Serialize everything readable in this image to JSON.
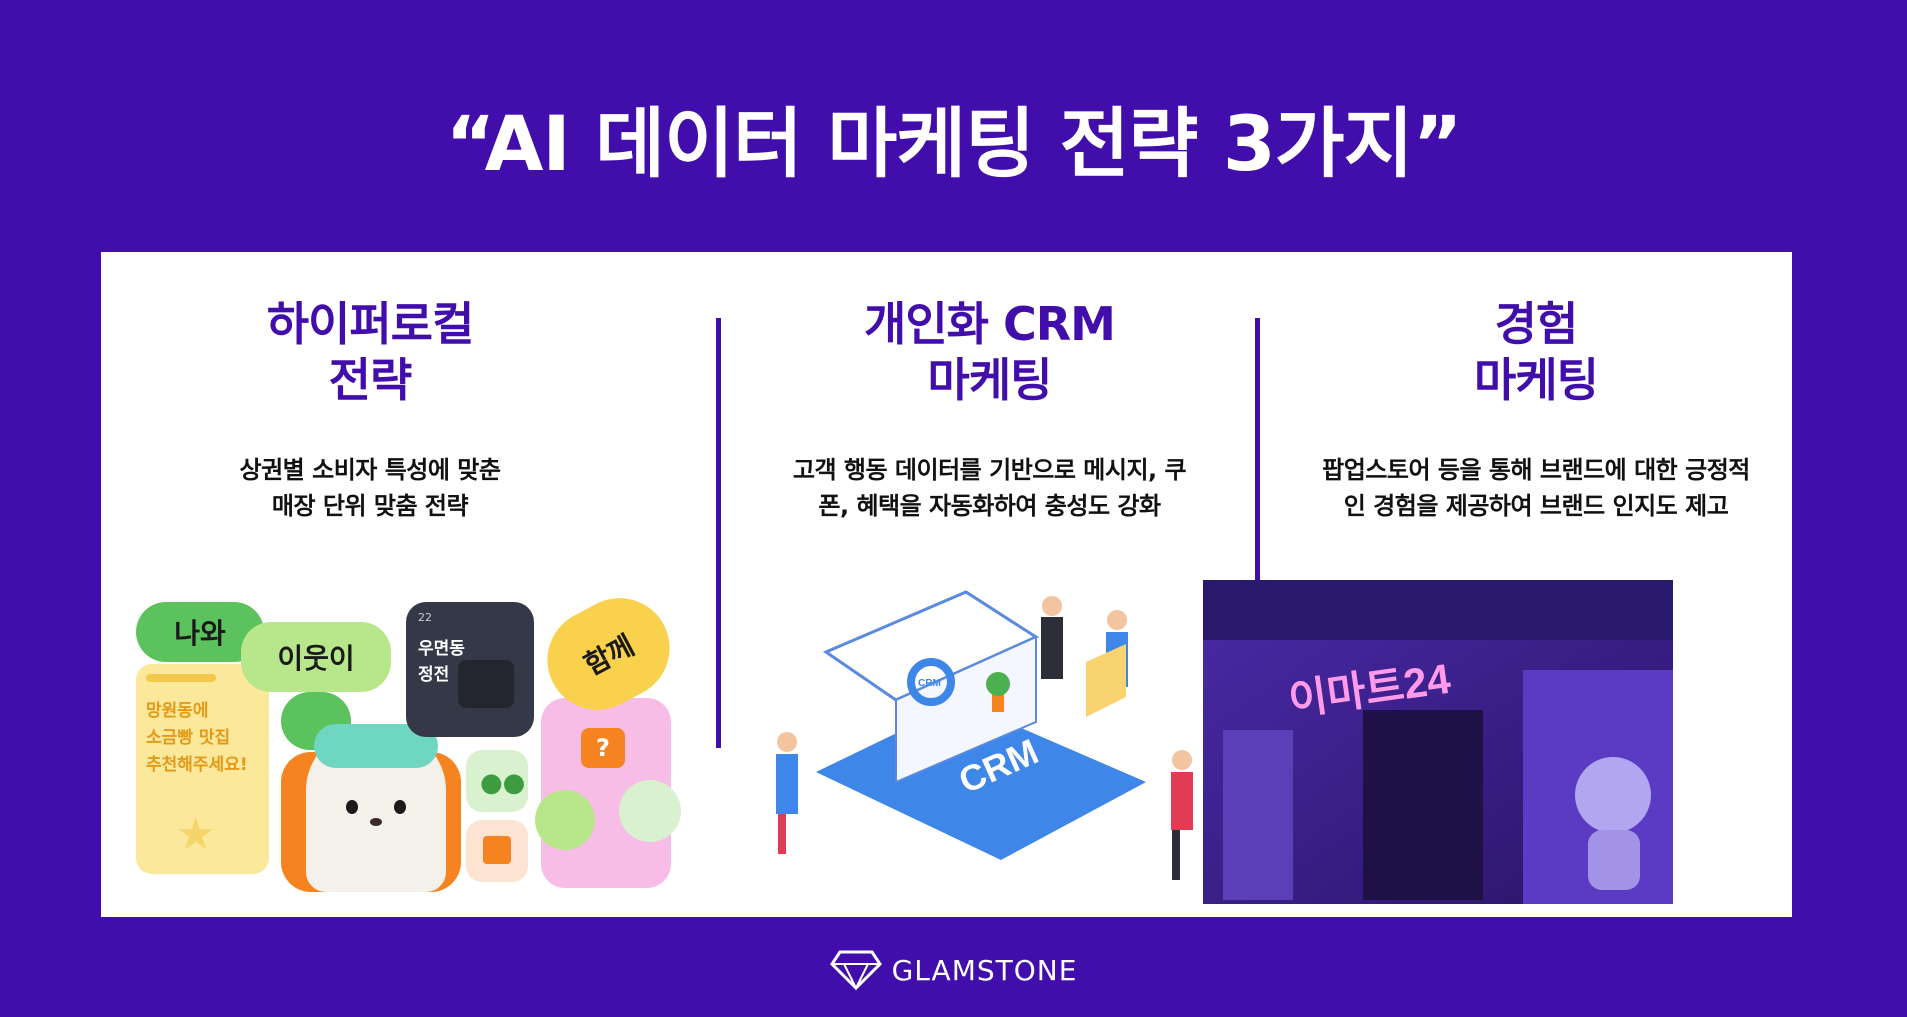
{
  "slide": {
    "title": "“AI 데이터 마케팅 전략 3가지”"
  },
  "columns": [
    {
      "heading": "하이퍼로컬\n전략",
      "description": "상권별 소비자 특성에 맞춘\n매장 단위 맞춤 전략",
      "illustration": {
        "bubbles": [
          "나와",
          "이웃이",
          "함께"
        ],
        "dark_card_title": "우면동\n정전",
        "dark_card_badge": "22",
        "yellow_card_text": "망원동에\n소금빵 맛집\n추천해주세요!"
      }
    },
    {
      "heading": "개인화 CRM\n마케팅",
      "description": "고객 행동 데이터를 기반으로 메시지, 쿠\n폰, 혜택을 자동화하여 충성도 강화",
      "illustration": {
        "board_label": "CRM",
        "screen_label": "CRM"
      }
    },
    {
      "heading": "경험\n마케팅",
      "description": "팝업스토어 등을 통해 브랜드에 대한 긍정적\n인 경험을 제공하여 브랜드 인지도 제고",
      "illustration": {
        "neon_sign": "이마트24"
      }
    }
  ],
  "footer": {
    "brand": "GLAMSTONE"
  },
  "colors": {
    "brand_purple": "#410eab",
    "panel_white": "#ffffff"
  }
}
